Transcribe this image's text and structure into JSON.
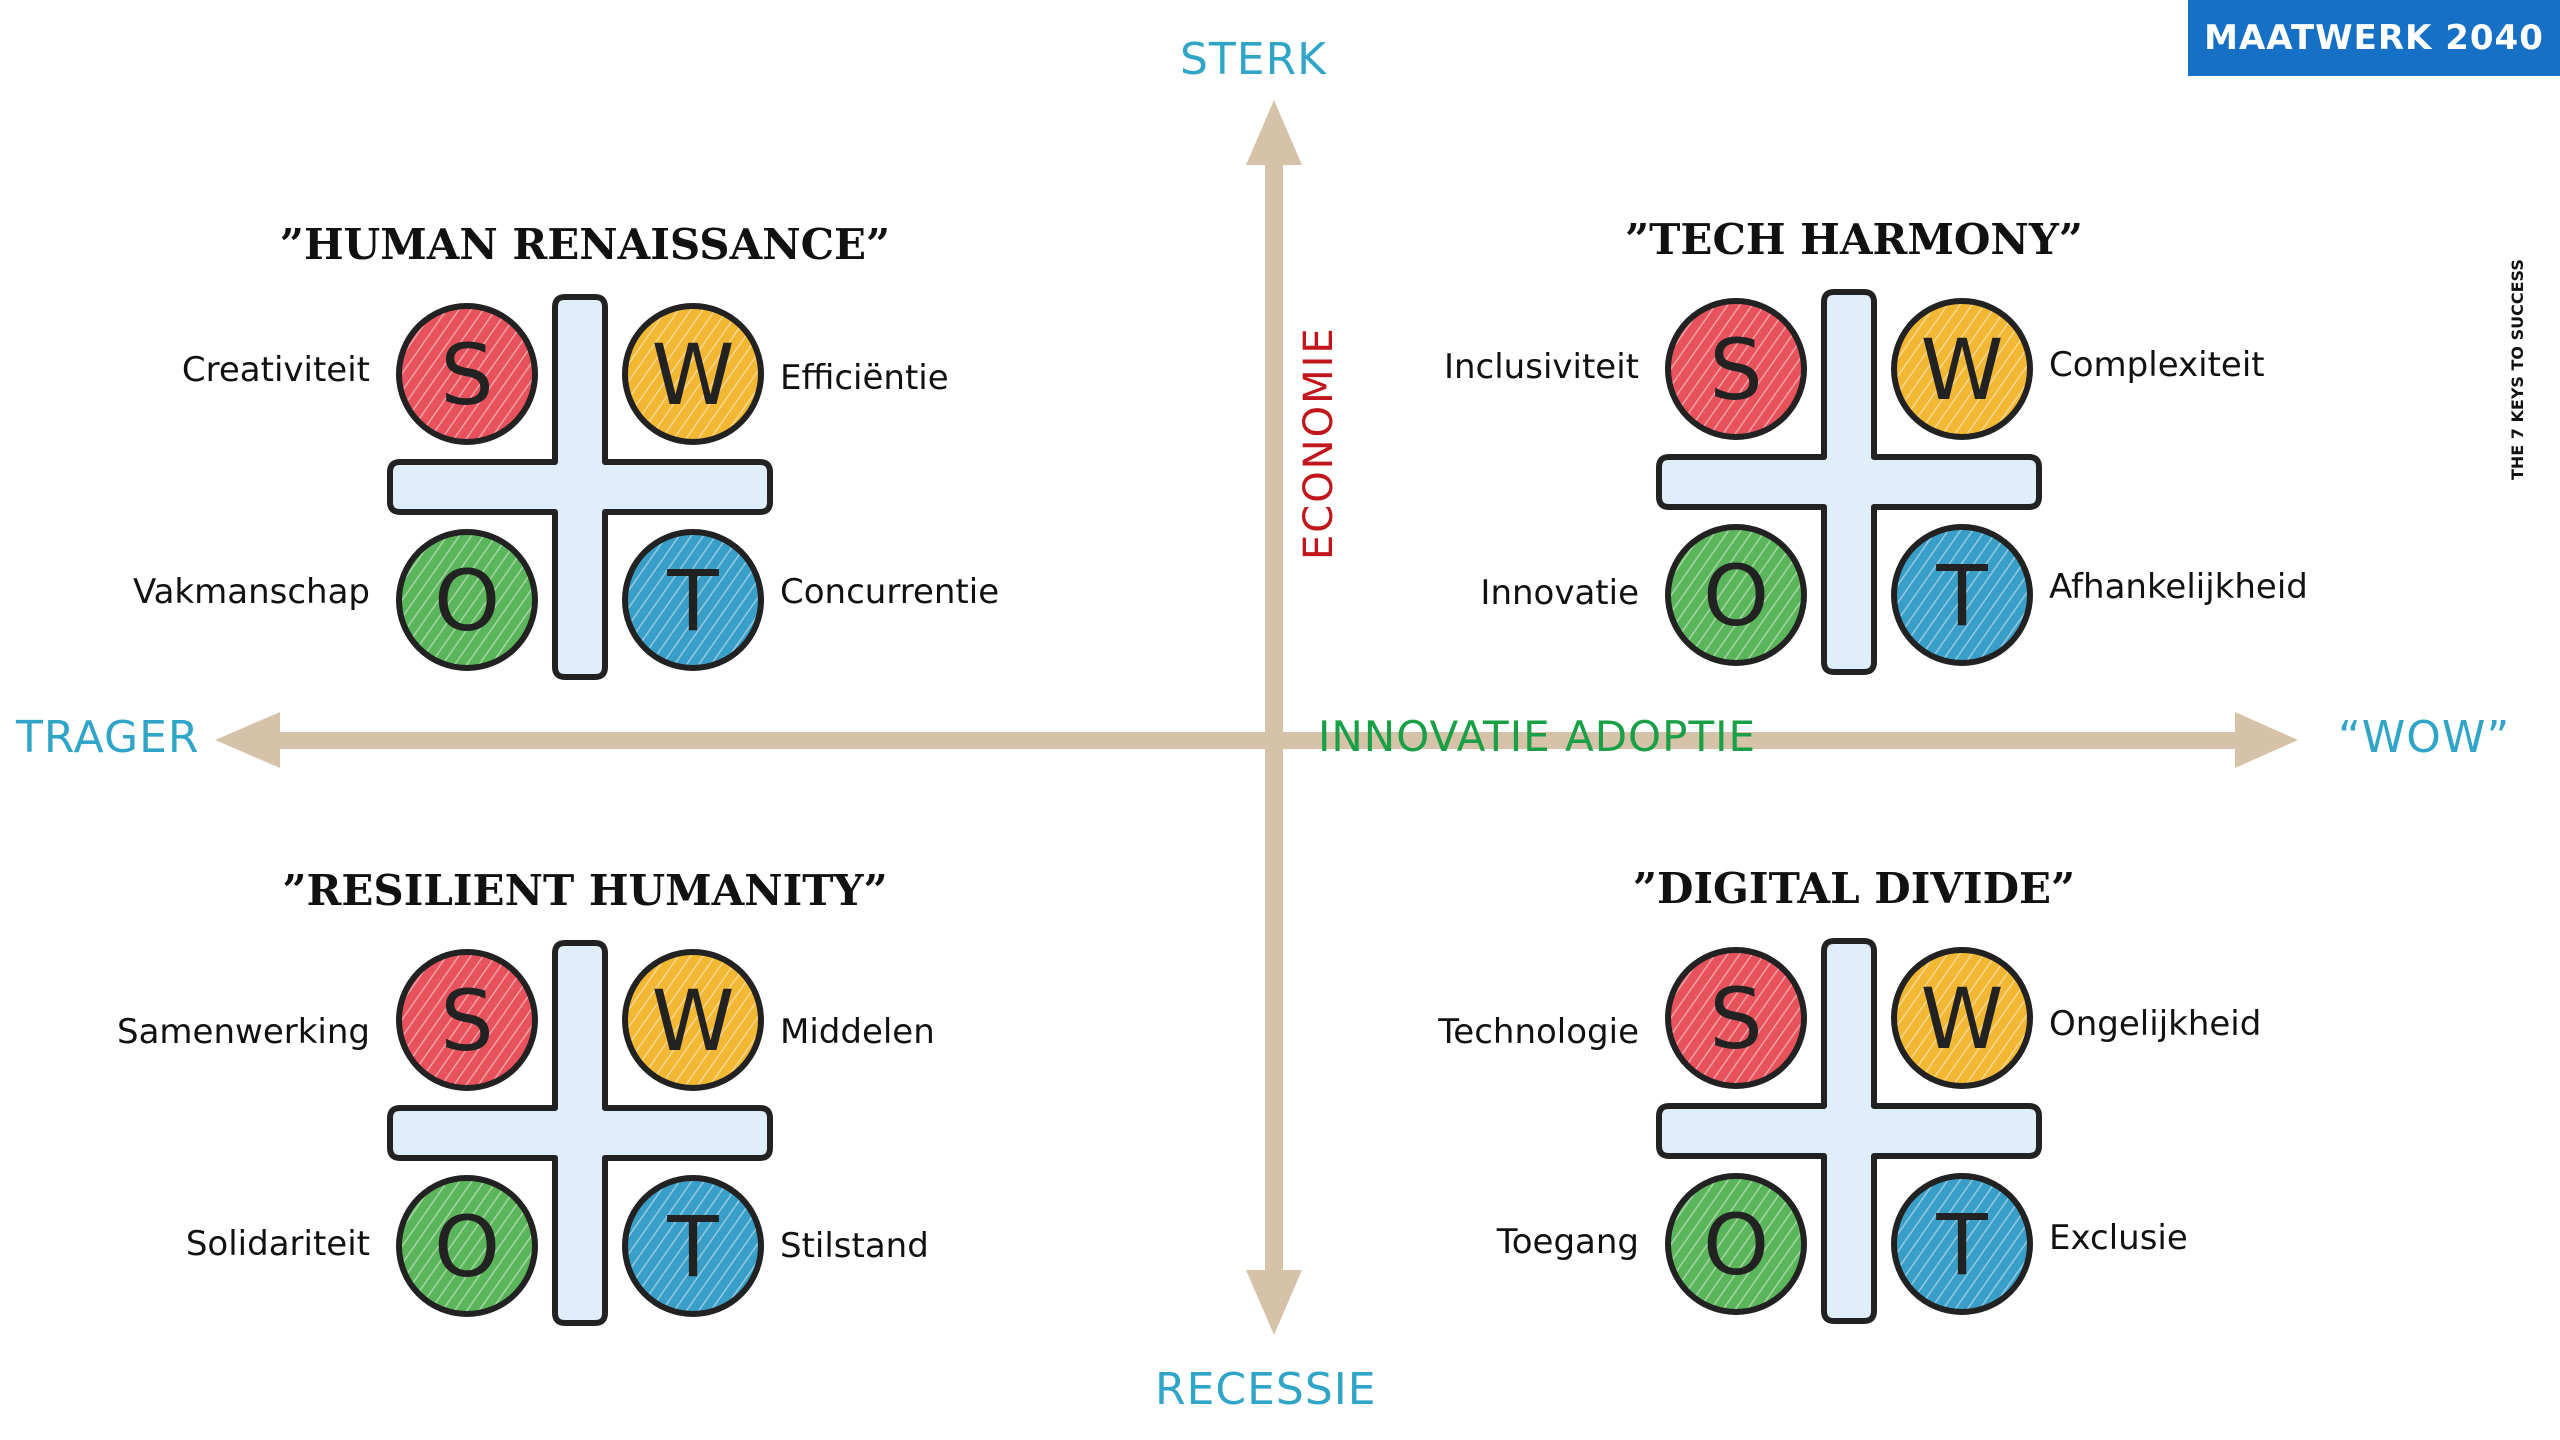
{
  "brand": {
    "label": "MAATWERK 2040"
  },
  "side_tag": "THE 7 KEYS TO SUCCESS",
  "axes": {
    "top": "STERK",
    "bottom": "RECESSIE",
    "left": "TRAGER",
    "right": "“WOW”",
    "vertical_title": "ECONOMIE",
    "horizontal_title": "INNOVATIE ADOPTIE"
  },
  "swot_letters": {
    "s": "S",
    "w": "W",
    "o": "O",
    "t": "T"
  },
  "colors": {
    "brand": "#1670c6",
    "axis_end_text": "#30a5c8",
    "vertical_title": "#c0161c",
    "horizontal_title": "#19a046",
    "arrow": "#d6c2a8",
    "cross_fill": "#dfeefa",
    "s": "#e8525c",
    "w": "#f2b733",
    "o": "#5bb55a",
    "t": "#3a9fc8"
  },
  "quadrants": {
    "top_left": {
      "title": "”HUMAN RENAISSANCE”",
      "strength": "Creativiteit",
      "weakness": "Efficiëntie",
      "opportunity": "Vakmanschap",
      "threat": "Concurrentie"
    },
    "top_right": {
      "title": "”TECH HARMONY”",
      "strength": "Inclusiviteit",
      "weakness": "Complexiteit",
      "opportunity": "Innovatie",
      "threat": "Afhankelijkheid"
    },
    "bottom_left": {
      "title": "”RESILIENT HUMANITY”",
      "strength": "Samenwerking",
      "weakness": "Middelen",
      "opportunity": "Solidariteit",
      "threat": "Stilstand"
    },
    "bottom_right": {
      "title": "”DIGITAL DIVIDE”",
      "strength": "Technologie",
      "weakness": "Ongelijkheid",
      "opportunity": "Toegang",
      "threat": "Exclusie"
    }
  }
}
